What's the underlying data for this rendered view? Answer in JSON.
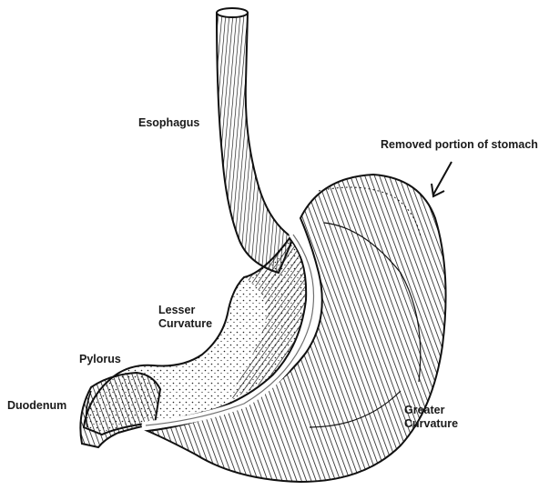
{
  "labels": {
    "esophagus": "Esophagus",
    "removed_portion": "Removed portion of stomach",
    "lesser_line1": "Lesser",
    "lesser_line2": "Curvature",
    "pylorus": "Pylorus",
    "duodenum": "Duodenum",
    "greater_line1": "Greater",
    "greater_line2": "Curvature"
  },
  "colors": {
    "ink": "#1a1a1a",
    "background": "#ffffff"
  }
}
